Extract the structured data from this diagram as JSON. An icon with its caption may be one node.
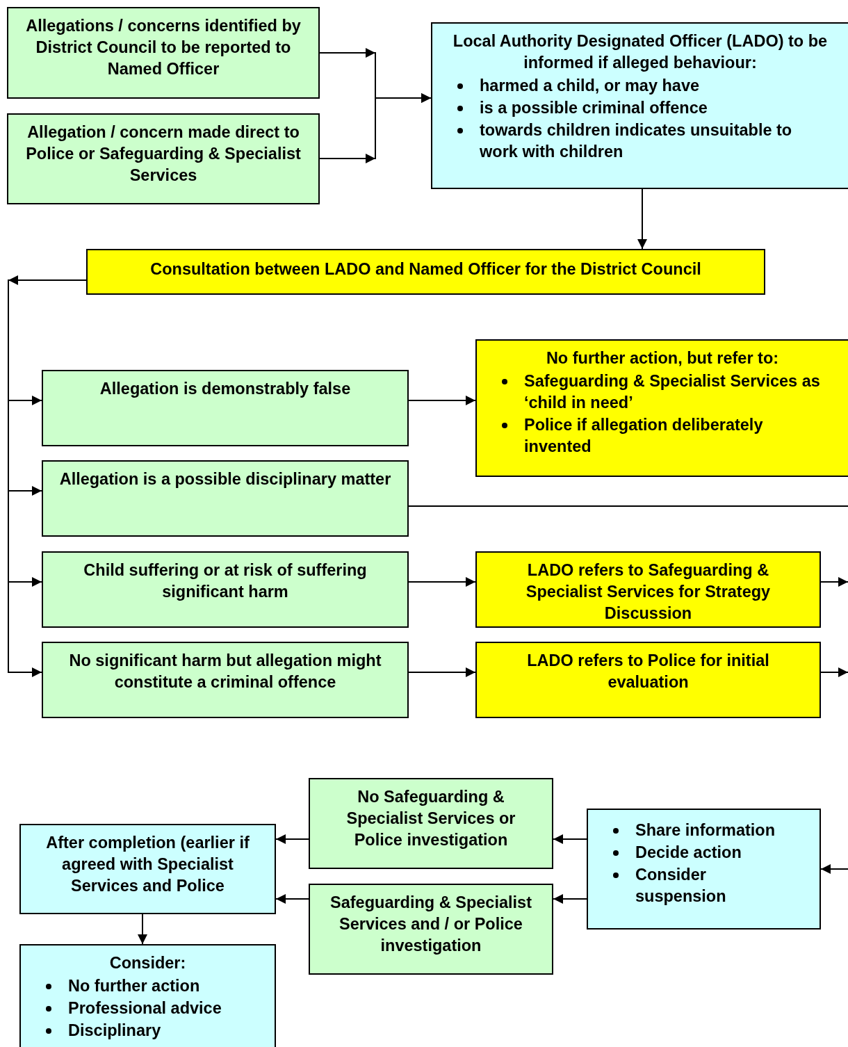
{
  "diagram": {
    "nodes": [
      {
        "text": [
          "Allegations / concerns identified by District Council to be reported to Named Officer"
        ]
      },
      {
        "text": [
          "Allegation / concern made direct to Police or Safeguarding & Specialist Services"
        ]
      },
      {
        "text": [
          "Local Authority Designated Officer (LADO) to be informed if alleged behaviour:",
          "harmed a child, or may have",
          "is a possible criminal offence",
          "towards children indicates unsuitable to work with children"
        ]
      },
      {
        "text": [
          "Consultation between LADO and Named Officer for the District Council"
        ]
      },
      {
        "text": [
          "Allegation is demonstrably false"
        ]
      },
      {
        "text": [
          "No further action, but refer to:",
          "Safeguarding & Specialist Services as ‘child in need’",
          "Police if allegation deliberately invented"
        ]
      },
      {
        "text": [
          "Allegation is a possible disciplinary matter"
        ]
      },
      {
        "text": [
          "Child suffering or at risk of suffering significant harm"
        ]
      },
      {
        "text": [
          "LADO refers to Safeguarding & Specialist Services for Strategy Discussion"
        ]
      },
      {
        "text": [
          "No significant harm but allegation might constitute a criminal offence"
        ]
      },
      {
        "text": [
          "LADO refers to Police for initial evaluation"
        ]
      },
      {
        "text": [
          "No Safeguarding & Specialist Services or Police investigation"
        ]
      },
      {
        "text": [
          "After completion (earlier if agreed with Specialist Services and Police"
        ]
      },
      {
        "text": [
          "Safeguarding & Specialist Services and / or Police investigation"
        ]
      },
      {
        "text": [
          "Share information",
          "Decide action",
          "Consider suspension"
        ]
      },
      {
        "text": [
          "Consider:",
          "No further action",
          "Professional advice",
          "Disciplinary"
        ]
      }
    ],
    "edges": [
      {
        "from": 0,
        "to": 2,
        "arrow": "to"
      },
      {
        "from": 1,
        "to": 2,
        "arrow": "to"
      },
      {
        "from": 2,
        "to": 3,
        "arrow": "to"
      },
      {
        "from": 3,
        "to": 4,
        "arrow": "to"
      },
      {
        "from": 3,
        "to": 6,
        "arrow": "to"
      },
      {
        "from": 3,
        "to": 7,
        "arrow": "to"
      },
      {
        "from": 3,
        "to": 9,
        "arrow": "to"
      },
      {
        "from": 4,
        "to": 5,
        "arrow": "to"
      },
      {
        "from": 6,
        "to": null,
        "arrow": "none"
      },
      {
        "from": 7,
        "to": 8,
        "arrow": "to"
      },
      {
        "from": 8,
        "to": null,
        "arrow": "to"
      },
      {
        "from": 9,
        "to": 10,
        "arrow": "to"
      },
      {
        "from": 10,
        "to": null,
        "arrow": "to"
      },
      {
        "from": null,
        "to": 14,
        "arrow": "to"
      },
      {
        "from": 14,
        "to": 11,
        "arrow": "to"
      },
      {
        "from": 14,
        "to": 13,
        "arrow": "to"
      },
      {
        "from": 11,
        "to": 12,
        "arrow": "to"
      },
      {
        "from": 13,
        "to": 12,
        "arrow": "to"
      },
      {
        "from": 12,
        "to": 15,
        "arrow": "to"
      }
    ]
  }
}
